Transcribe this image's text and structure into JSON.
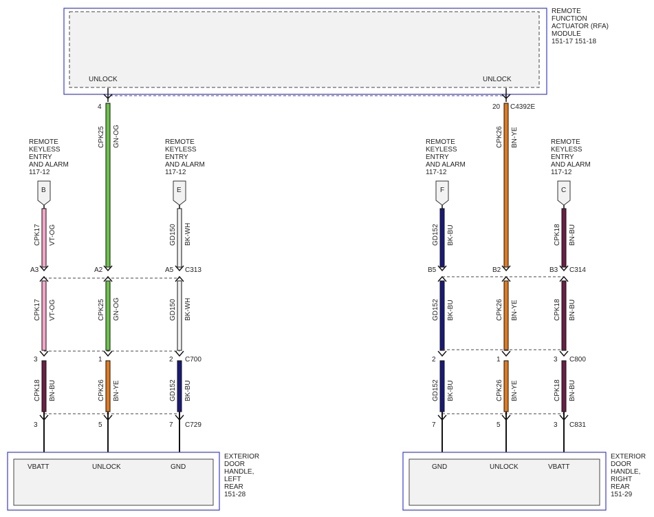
{
  "colors": {
    "module_border": "#3a3ad6",
    "module_fill": "#f2f2f2",
    "GN-OG": "#6cc24a",
    "VT-OG": "#f3a6c8",
    "BN-BU": "#6b1f45",
    "BN-YE": "#e07a1f",
    "BK-WH": "#f2f2f2",
    "BK-BU": "#1a1a7a"
  },
  "modules": {
    "rfa": {
      "lines": [
        "REMOTE",
        "FUNCTION",
        "ACTUATOR (RFA)",
        "MODULE",
        "151-17   151-18"
      ],
      "pin_left": "UNLOCK",
      "pin_right": "UNLOCK"
    },
    "left_handle": {
      "lines": [
        "EXTERIOR",
        "DOOR",
        "HANDLE,",
        "LEFT",
        "REAR",
        "151-28"
      ],
      "pins": [
        "VBATT",
        "UNLOCK",
        "GND"
      ]
    },
    "right_handle": {
      "lines": [
        "EXTERIOR",
        "DOOR",
        "HANDLE,",
        "RIGHT",
        "REAR",
        "151-29"
      ],
      "pins": [
        "GND",
        "UNLOCK",
        "VBATT"
      ]
    }
  },
  "refs": {
    "b": {
      "lines": [
        "REMOTE",
        "KEYLESS",
        "ENTRY",
        "AND ALARM",
        "117-12"
      ],
      "letter": "B"
    },
    "e": {
      "lines": [
        "REMOTE",
        "KEYLESS",
        "ENTRY",
        "AND ALARM",
        "117-12"
      ],
      "letter": "E"
    },
    "f": {
      "lines": [
        "REMOTE",
        "KEYLESS",
        "ENTRY",
        "AND ALARM",
        "117-12"
      ],
      "letter": "F"
    },
    "c": {
      "lines": [
        "REMOTE",
        "KEYLESS",
        "ENTRY",
        "AND ALARM",
        "117-12"
      ],
      "letter": "C"
    }
  },
  "connectors": {
    "rfa_pin_4": "4",
    "rfa_pin_20": "20",
    "c4392e": "C4392E",
    "c313": {
      "name": "C313",
      "pins": [
        "A3",
        "A2",
        "A5"
      ]
    },
    "c314": {
      "name": "C314",
      "pins": [
        "B5",
        "B2",
        "B3"
      ]
    },
    "c700": {
      "name": "C700",
      "pins": [
        "3",
        "1",
        "2"
      ]
    },
    "c800": {
      "name": "C800",
      "pins": [
        "2",
        "1",
        "3"
      ]
    },
    "c729": {
      "name": "C729",
      "pins": [
        "3",
        "5",
        "7"
      ]
    },
    "c831": {
      "name": "C831",
      "pins": [
        "7",
        "5",
        "3"
      ]
    }
  },
  "wires": {
    "l_unlock_top": {
      "circuit": "CPK25",
      "color": "GN-OG"
    },
    "l_b_top": {
      "circuit": "CPK17",
      "color": "VT-OG"
    },
    "l_e_top": {
      "circuit": "GD150",
      "color": "BK-WH"
    },
    "l_b_mid": {
      "circuit": "CPK17",
      "color": "VT-OG"
    },
    "l_unlock_mid": {
      "circuit": "CPK25",
      "color": "GN-OG"
    },
    "l_e_mid": {
      "circuit": "GD150",
      "color": "BK-WH"
    },
    "l_b_bot": {
      "circuit": "CPK18",
      "color": "BN-BU"
    },
    "l_unlock_bot": {
      "circuit": "CPK26",
      "color": "BN-YE"
    },
    "l_e_bot": {
      "circuit": "GD152",
      "color": "BK-BU"
    },
    "r_unlock_top": {
      "circuit": "CPK26",
      "color": "BN-YE"
    },
    "r_f_top": {
      "circuit": "GD152",
      "color": "BK-BU"
    },
    "r_c_top": {
      "circuit": "CPK18",
      "color": "BN-BU"
    },
    "r_f_mid": {
      "circuit": "GD152",
      "color": "BK-BU"
    },
    "r_unlock_mid": {
      "circuit": "CPK26",
      "color": "BN-YE"
    },
    "r_c_mid": {
      "circuit": "CPK18",
      "color": "BN-BU"
    },
    "r_f_bot": {
      "circuit": "GD152",
      "color": "BK-BU"
    },
    "r_unlock_bot": {
      "circuit": "CPK26",
      "color": "BN-YE"
    },
    "r_c_bot": {
      "circuit": "CPK18",
      "color": "BN-BU"
    }
  }
}
